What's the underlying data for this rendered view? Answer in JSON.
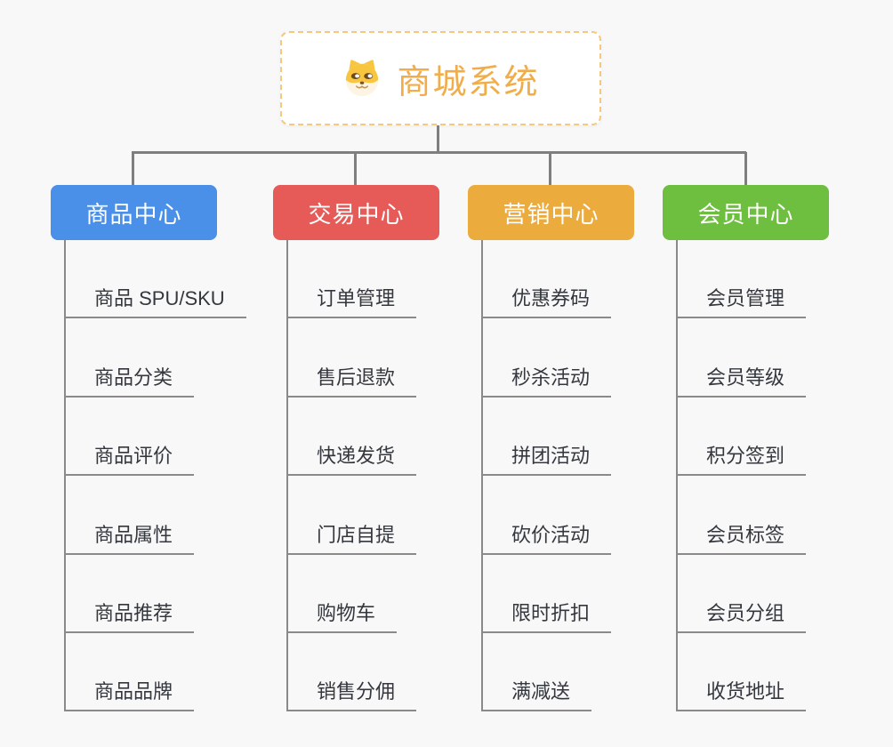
{
  "page": {
    "background": "#f8f8f8"
  },
  "root": {
    "title": "商城系统",
    "icon": "shiba-dog-face",
    "title_color": "#f0ad4a",
    "border_color": "#f6c87e"
  },
  "connector_color": "#7f7f7f",
  "line_color": "#8a8a8a",
  "branches": [
    {
      "label": "商品中心",
      "color": "#4a90e8",
      "items": [
        "商品 SPU/SKU",
        "商品分类",
        "商品评价",
        "商品属性",
        "商品推荐",
        "商品品牌"
      ]
    },
    {
      "label": "交易中心",
      "color": "#e65b57",
      "items": [
        "订单管理",
        "售后退款",
        "快递发货",
        "门店自提",
        "购物车",
        "销售分佣"
      ]
    },
    {
      "label": "营销中心",
      "color": "#ebab3d",
      "items": [
        "优惠券码",
        "秒杀活动",
        "拼团活动",
        "砍价活动",
        "限时折扣",
        "满减送"
      ]
    },
    {
      "label": "会员中心",
      "color": "#6ebe40",
      "items": [
        "会员管理",
        "会员等级",
        "积分签到",
        "会员标签",
        "会员分组",
        "收货地址"
      ]
    }
  ]
}
